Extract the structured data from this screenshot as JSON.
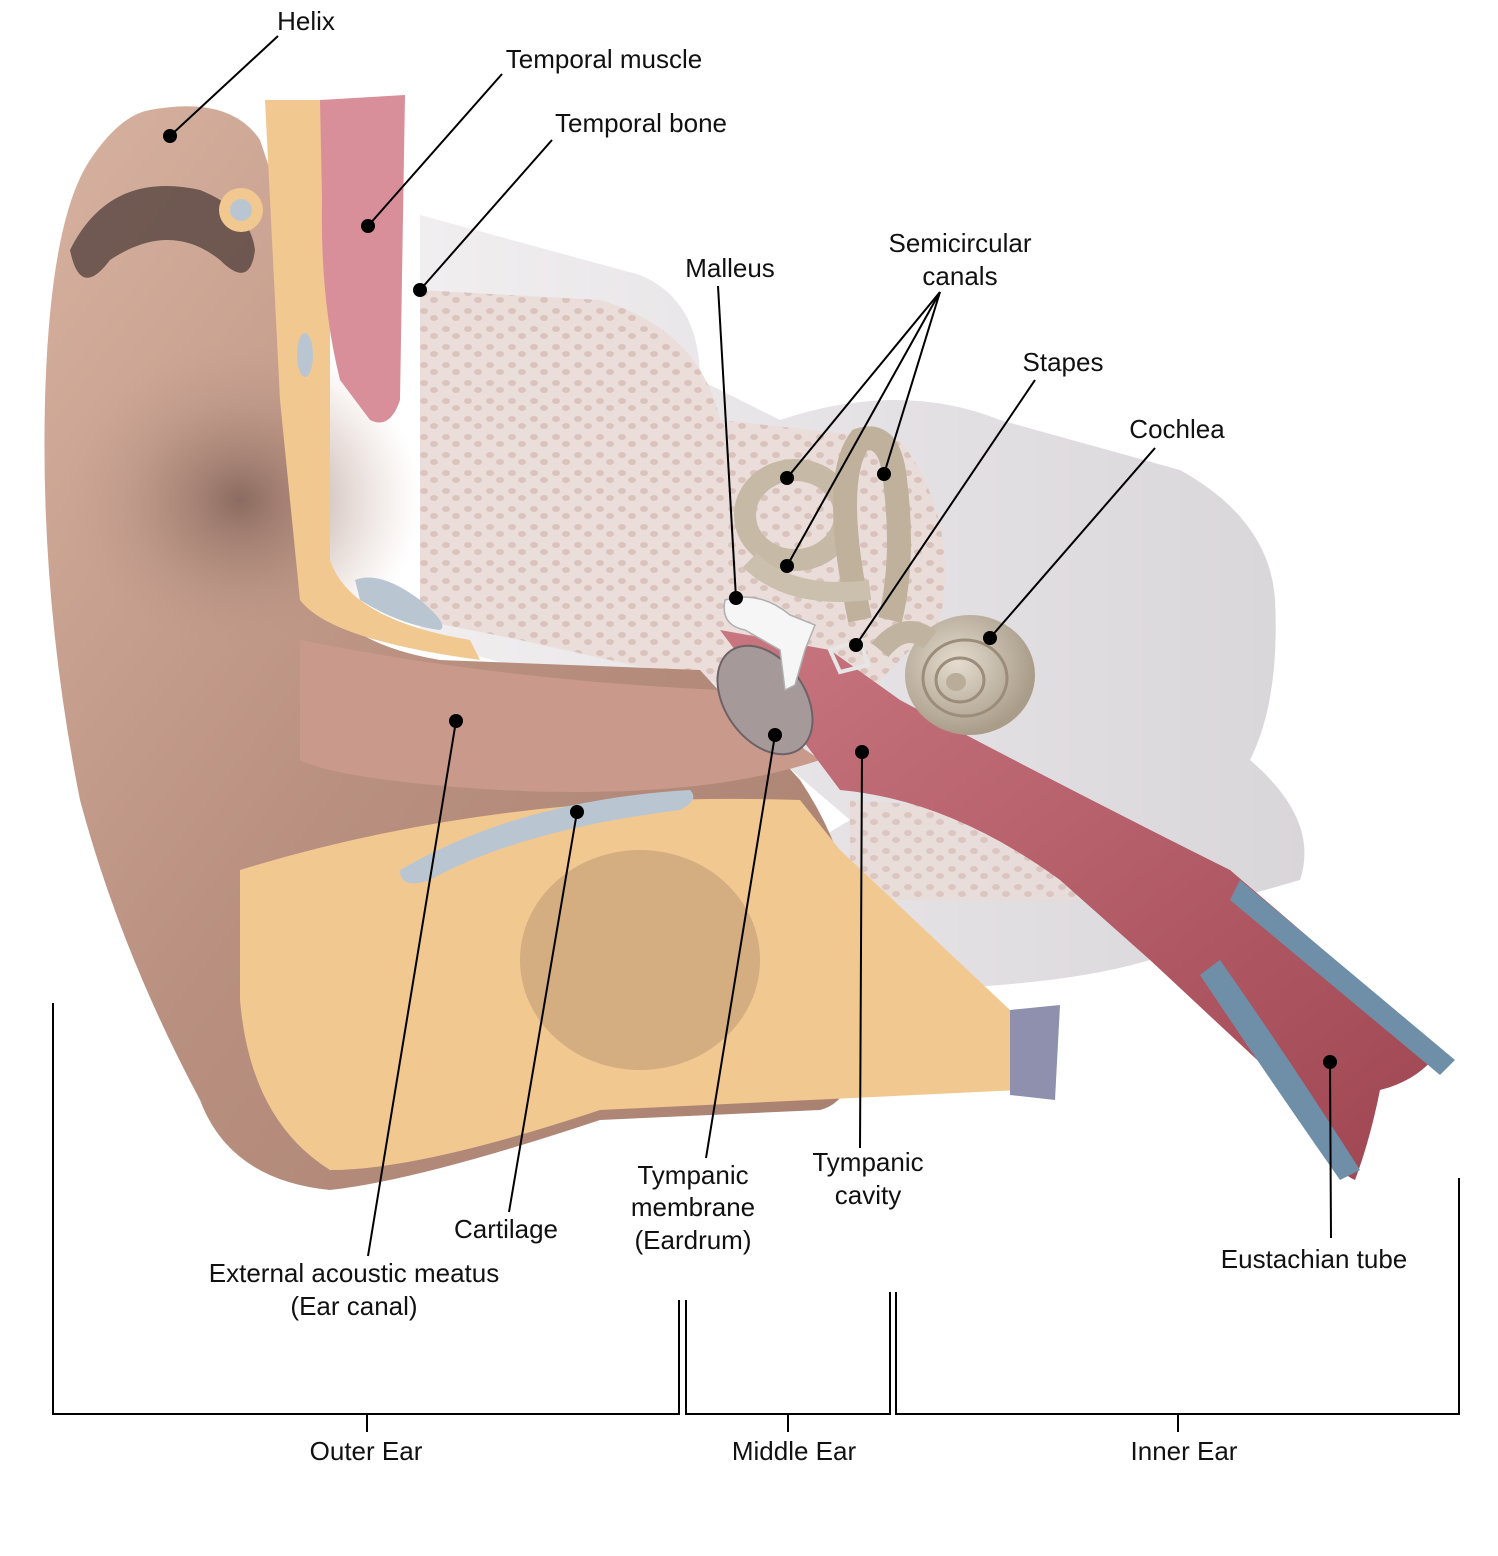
{
  "labels": {
    "helix": "Helix",
    "temporal_muscle": "Temporal muscle",
    "temporal_bone": "Temporal bone",
    "malleus": "Malleus",
    "semicircular_1": "Semicircular",
    "semicircular_2": "canals",
    "stapes": "Stapes",
    "cochlea": "Cochlea",
    "tympanic_membrane_1": "Tympanic",
    "tympanic_membrane_2": "membrane",
    "tympanic_membrane_3": "(Eardrum)",
    "tympanic_cavity_1": "Tympanic",
    "tympanic_cavity_2": "cavity",
    "cartilage": "Cartilage",
    "meatus_1": "External acoustic meatus",
    "meatus_2": "(Ear canal)",
    "eustachian": "Eustachian tube"
  },
  "sections": {
    "outer": "Outer Ear",
    "middle": "Middle Ear",
    "inner": "Inner Ear"
  },
  "colors": {
    "skin": "#c9a391",
    "skin_dark": "#8f6c5f",
    "cartilage": "#f2c891",
    "muscle": "#d98f9a",
    "bone": "#e8e4e6",
    "bone_spongy": "#e9d4cf",
    "canal_wall": "#c78585",
    "tube": "#b85e6a",
    "tube_blue": "#6f8fa8",
    "ossicle": "#f4f4f4",
    "inner_ear": "#cfc4b4",
    "cartilage_blue": "#b9c6d2"
  }
}
